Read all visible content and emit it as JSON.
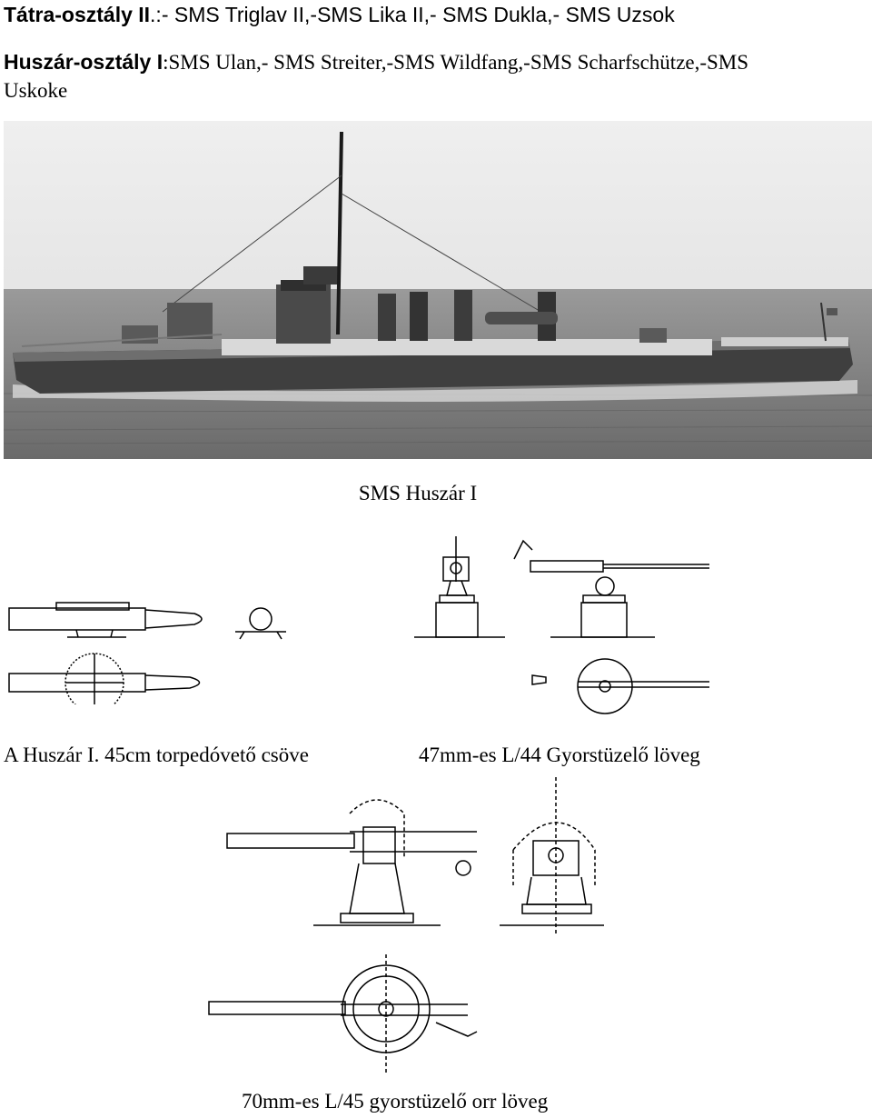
{
  "header": {
    "line1": {
      "bold_part": "Tátra-osztály II",
      "rest": ".:- SMS Triglav II,-SMS Lika II,- SMS Dukla,- SMS Uzsok"
    },
    "line2": {
      "bold_part": "Huszár-osztály I",
      "rest": ":SMS Ulan,- SMS Streiter,-SMS Wildfang,-SMS Scharfschütze,-SMS"
    },
    "line3": "Uskoke"
  },
  "photo": {
    "caption": "SMS Huszár I"
  },
  "drawings": {
    "torpedo_caption": "A Huszár I. 45cm torpedóvető csöve",
    "gun47_caption": "47mm-es L/44 Gyorstüzelő löveg",
    "gun70_caption": "70mm-es L/45 gyorstüzelő orr löveg"
  }
}
